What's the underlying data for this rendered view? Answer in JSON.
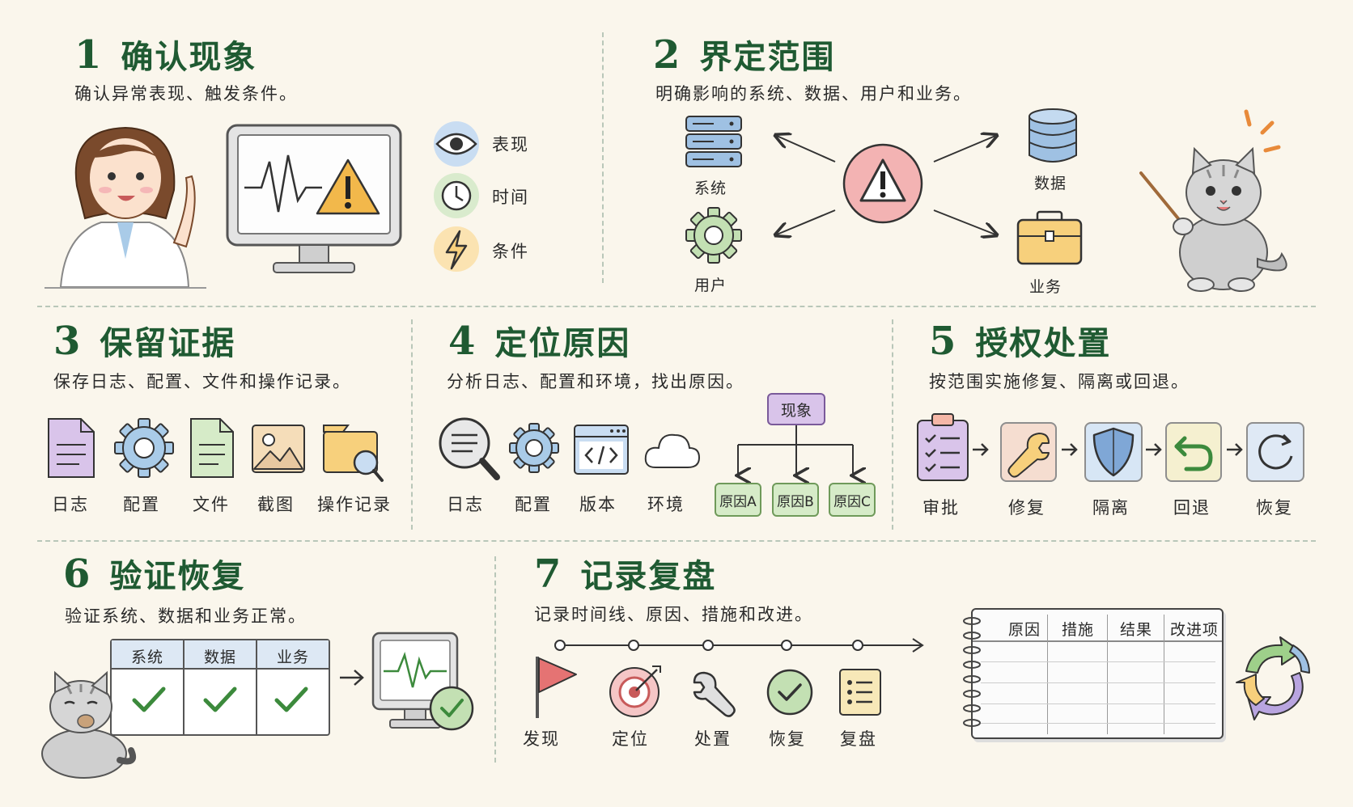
{
  "sections": [
    {
      "num": "1",
      "title": "确认现象",
      "desc": "确认异常表现、触发条件。",
      "items": [
        {
          "label": "表现",
          "icon": "eye-icon"
        },
        {
          "label": "时间",
          "icon": "clock-icon"
        },
        {
          "label": "条件",
          "icon": "lightning-icon"
        }
      ]
    },
    {
      "num": "2",
      "title": "界定范围",
      "desc": "明确影响的系统、数据、用户和业务。",
      "items": [
        {
          "label": "系统",
          "icon": "server-icon"
        },
        {
          "label": "数据",
          "icon": "database-icon"
        },
        {
          "label": "用户",
          "icon": "gear-icon"
        },
        {
          "label": "业务",
          "icon": "briefcase-icon"
        }
      ]
    },
    {
      "num": "3",
      "title": "保留证据",
      "desc": "保存日志、配置、文件和操作记录。",
      "items": [
        {
          "label": "日志",
          "icon": "document-icon"
        },
        {
          "label": "配置",
          "icon": "gear-icon"
        },
        {
          "label": "文件",
          "icon": "file-icon"
        },
        {
          "label": "截图",
          "icon": "image-icon"
        },
        {
          "label": "操作记录",
          "icon": "folder-search-icon"
        }
      ]
    },
    {
      "num": "4",
      "title": "定位原因",
      "desc": "分析日志、配置和环境，找出原因。",
      "items": [
        {
          "label": "日志",
          "icon": "magnifier-icon"
        },
        {
          "label": "配置",
          "icon": "gear-icon"
        },
        {
          "label": "版本",
          "icon": "code-window-icon"
        },
        {
          "label": "环境",
          "icon": "cloud-icon"
        }
      ],
      "tree": {
        "root": "现象",
        "children": [
          "原因A",
          "原因B",
          "原因C"
        ]
      }
    },
    {
      "num": "5",
      "title": "授权处置",
      "desc": "按范围实施修复、隔离或回退。",
      "items": [
        {
          "label": "审批",
          "icon": "clipboard-icon"
        },
        {
          "label": "修复",
          "icon": "wrench-icon"
        },
        {
          "label": "隔离",
          "icon": "shield-icon"
        },
        {
          "label": "回退",
          "icon": "undo-icon"
        },
        {
          "label": "恢复",
          "icon": "refresh-icon"
        }
      ]
    },
    {
      "num": "6",
      "title": "验证恢复",
      "desc": "验证系统、数据和业务正常。",
      "table_headers": [
        "系统",
        "数据",
        "业务"
      ]
    },
    {
      "num": "7",
      "title": "记录复盘",
      "desc": "记录时间线、原因、措施和改进。",
      "timeline": [
        {
          "label": "发现",
          "icon": "flag-icon"
        },
        {
          "label": "定位",
          "icon": "target-icon"
        },
        {
          "label": "处置",
          "icon": "wrench-icon"
        },
        {
          "label": "恢复",
          "icon": "check-circle-icon"
        },
        {
          "label": "复盘",
          "icon": "list-icon"
        }
      ],
      "notebook_headers": [
        "原因",
        "措施",
        "结果",
        "改进项"
      ]
    }
  ],
  "colors": {
    "title": "#1f5a32",
    "alert_red": "#f3b3b3",
    "check_green": "#3c8a3c",
    "warning_orange": "#f2b84b"
  }
}
